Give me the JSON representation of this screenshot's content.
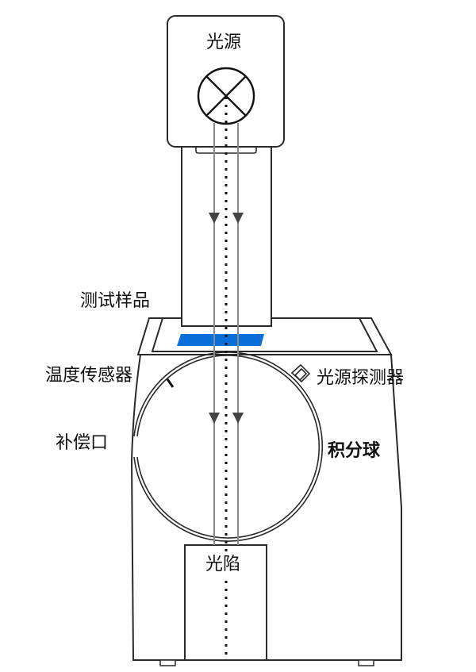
{
  "diagram": {
    "type": "integrating-sphere-schematic",
    "labels": {
      "light_source": "光源",
      "test_sample": "测试样品",
      "temperature_sensor": "温度传感器",
      "compensation_port": "补偿口",
      "light_source_detector": "光源探测器",
      "integrating_sphere": "积分球",
      "light_trap": "光陷"
    },
    "colors": {
      "outline": "#2a2a2a",
      "beam": "#8a8a8a",
      "arrow": "#444444",
      "sample": "#0a6fd8",
      "background": "#ffffff"
    }
  }
}
